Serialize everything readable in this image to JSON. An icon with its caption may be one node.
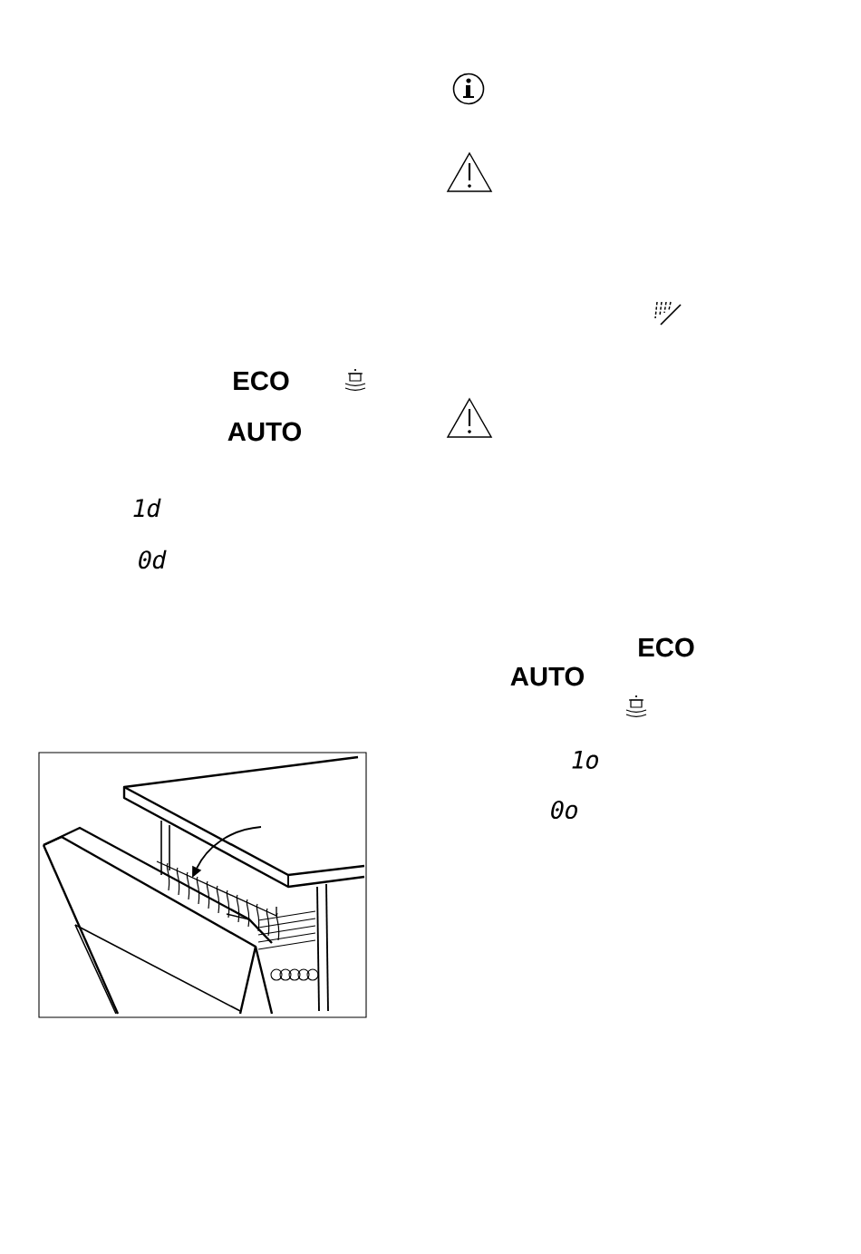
{
  "diagram": {
    "labels": [
      "ECO",
      "AUTO",
      "1d",
      "0d",
      "ECO",
      "AUTO",
      "1o",
      "0o"
    ]
  }
}
